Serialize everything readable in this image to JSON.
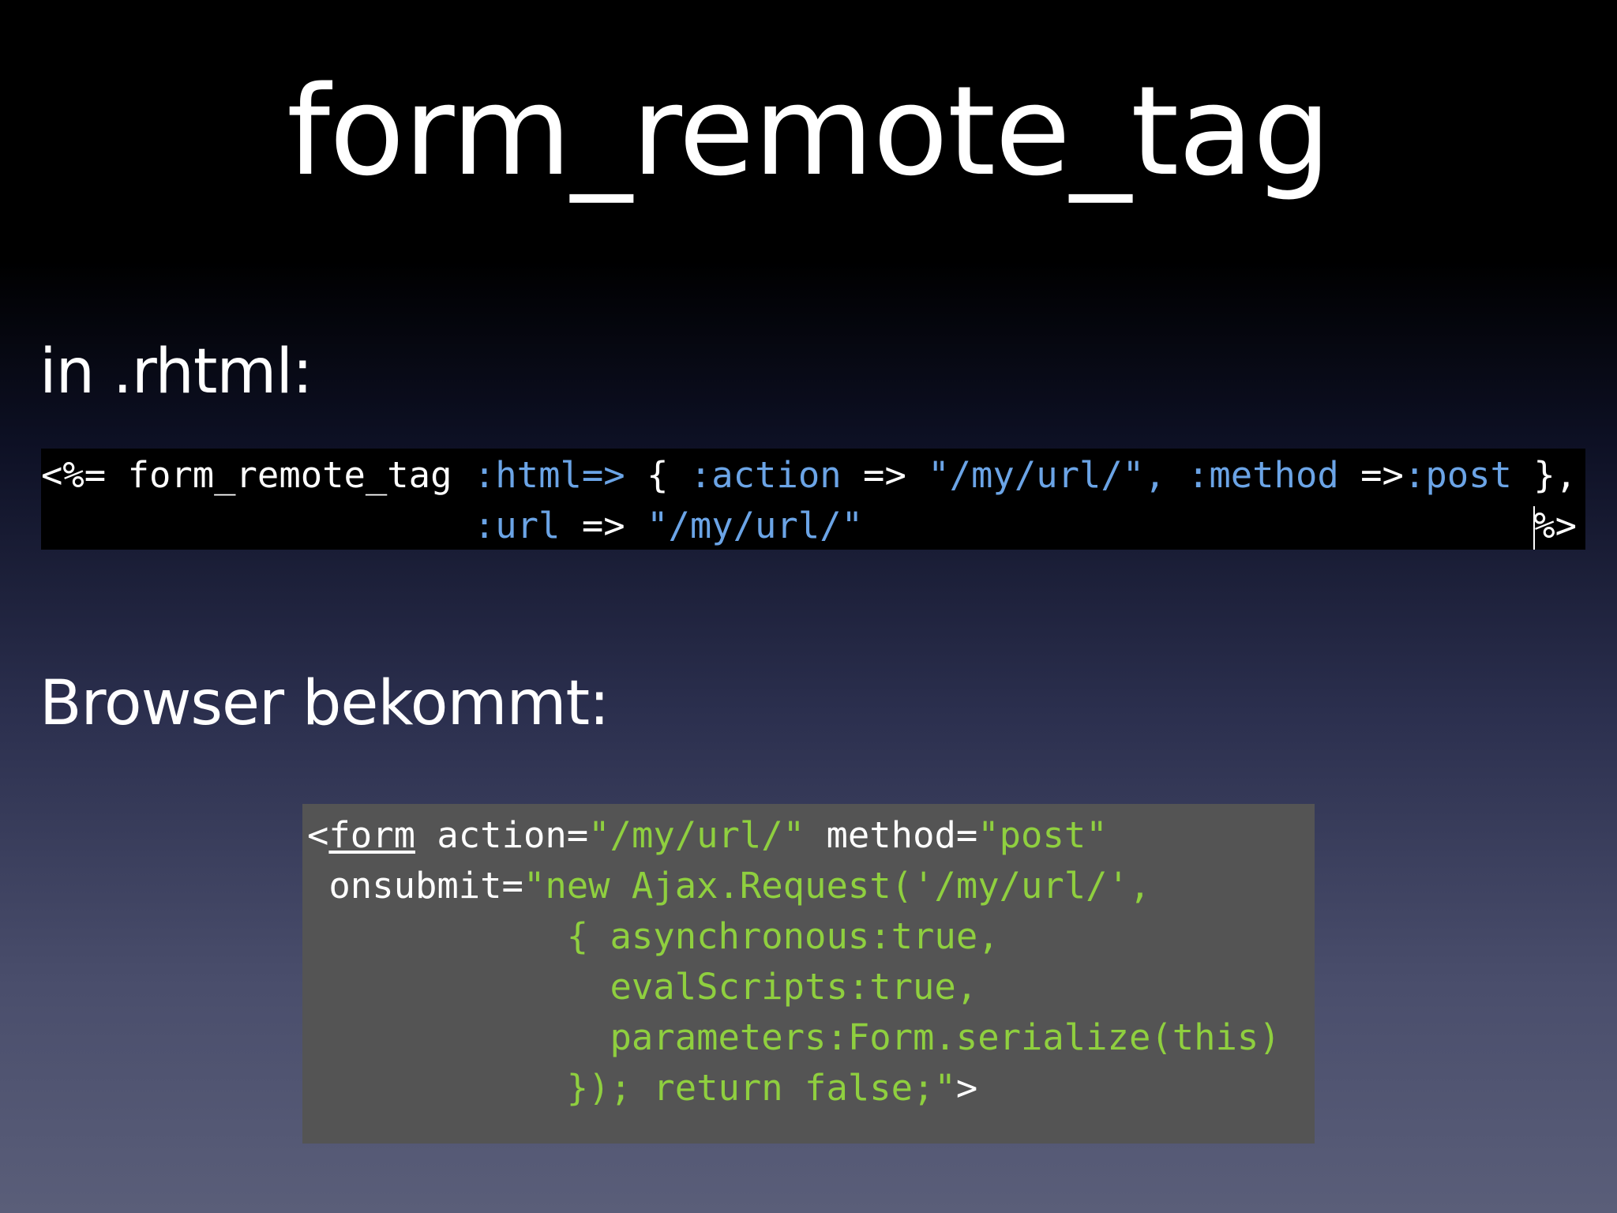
{
  "slide": {
    "title": "form_remote_tag",
    "rhtml_label": "in .rhtml:",
    "browser_label": "Browser bekommt:"
  },
  "rhtml_code": {
    "line1": {
      "open": "<%= form_remote_tag",
      "html_key": ":html=>",
      "brace_open": "{",
      "action_key": ":action",
      "arrow1": "=>",
      "action_value": "\"/my/url/\",",
      "method_key": ":method",
      "arrow2": "=>",
      "method_value": ":post",
      "brace_close": "},"
    },
    "line2": {
      "url_key": ":url",
      "arrow": "=>",
      "url_value": "\"/my/url/\"",
      "close": "%>"
    }
  },
  "html_code": {
    "line1": {
      "lt": "<",
      "tag": "form",
      "attr_action": "action=",
      "val_action": "\"/my/url/\"",
      "attr_method": "method=",
      "val_method": "\"post\""
    },
    "line2": {
      "attr_onsubmit": "onsubmit=",
      "val_start": "\"new Ajax.Request('/my/url/',"
    },
    "line3": "{ asynchronous:true,",
    "line4": "evalScripts:true,",
    "line5": "parameters:Form.serialize(this)",
    "line6": {
      "text": "}); return false;\"",
      "gt": ">"
    }
  },
  "colors": {
    "code_blue": "#6ba4e6",
    "code_green": "#8fcf3f",
    "code_panel_gray": "#545454"
  }
}
